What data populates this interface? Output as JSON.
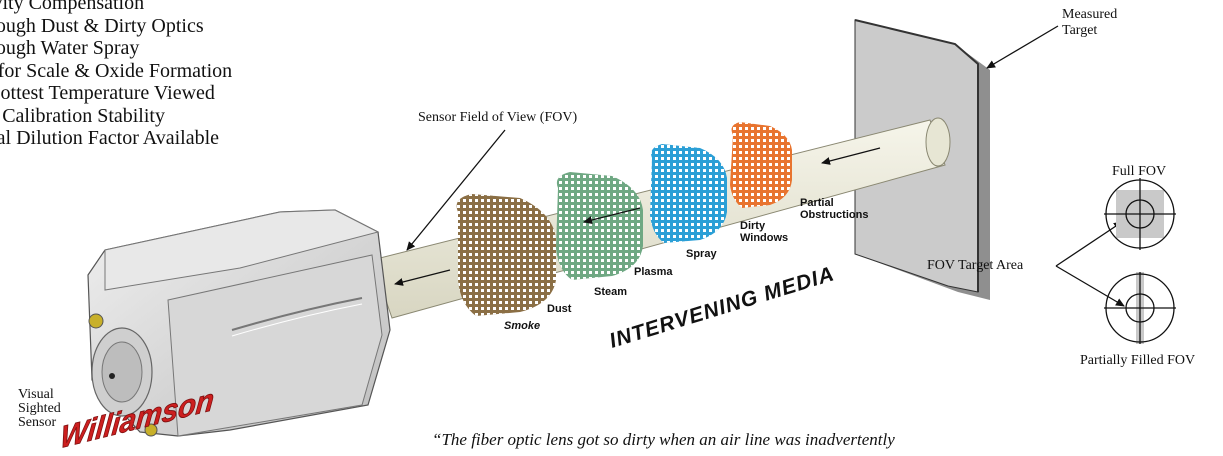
{
  "feature_list": [
    "Emissivity Compensation",
    "Through Dust & Dirty Optics",
    "Through Water Spray",
    "Corrects for Scale & Oxide Formation",
    "Sees the Hottest Temperature Viewed",
    "Long Calibration Stability",
    "Signal Dilution Factor Available"
  ],
  "labels": {
    "sensor_fov": "Sensor Field of View (FOV)",
    "measured_target": "Measured Target",
    "full_fov": "Full FOV",
    "fov_target_area": "FOV Target Area",
    "partially_filled_fov": "Partially Filled FOV",
    "visual_sighted_sensor": "Visual Sighted Sensor",
    "intervening_media": "INTERVENING MEDIA",
    "brand": "Williamson"
  },
  "media": {
    "smoke": "Smoke",
    "dust": "Dust",
    "steam": "Steam",
    "plasma": "Plasma",
    "spray": "Spray",
    "dirty_windows": "Dirty Windows",
    "partial_obstructions": "Partial Obstructions"
  },
  "colors": {
    "smoke_filter": "#8b6f45",
    "steam_filter": "#6fa883",
    "spray_filter": "#2b9fd6",
    "partial_obstruction_filter": "#e8742f",
    "beam": "#ecebdc",
    "brand": "#cc1f1f",
    "target_face": "#c9c9c9"
  },
  "quote": "“The fiber optic lens got so dirty when an air line was inadvertently"
}
